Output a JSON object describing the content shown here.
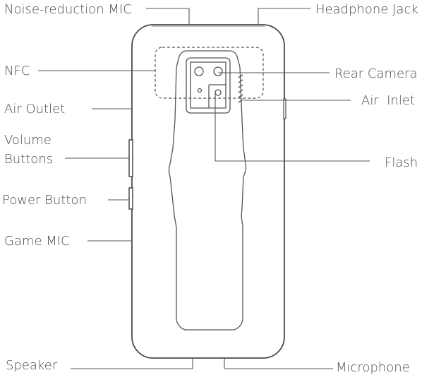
{
  "labels": {
    "noise_mic": "Noise-reduction MIC",
    "headphone_jack": "Headphone Jack",
    "nfc": "NFC",
    "rear_camera": "Rear Camera",
    "air_inlet": "Air  Inlet",
    "air_outlet": "Air Outlet",
    "volume_line1": "Volume",
    "volume_line2": "Buttons",
    "flash": "Flash",
    "power_button": "Power Button",
    "game_mic": "Game MIC",
    "speaker": "Speaker",
    "microphone": "Microphone"
  }
}
